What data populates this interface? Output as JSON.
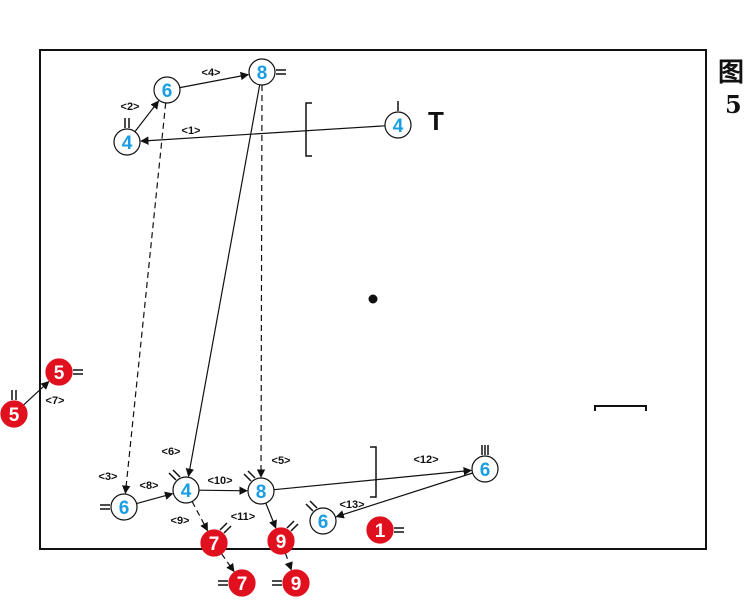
{
  "figure": {
    "label_char": "图",
    "label_num": "5"
  },
  "colors": {
    "blue": "#1a9ee3",
    "red": "#e0101f",
    "ink": "#111111",
    "white": "#ffffff"
  },
  "players": [
    {
      "id": "b6_top",
      "label": "6",
      "team": "blue"
    },
    {
      "id": "b8_top",
      "label": "8",
      "team": "blue"
    },
    {
      "id": "b4_top",
      "label": "4",
      "team": "blue"
    },
    {
      "id": "b4_right",
      "label": "4",
      "team": "blue"
    },
    {
      "id": "b6_bl",
      "label": "6",
      "team": "blue"
    },
    {
      "id": "b4_bot",
      "label": "4",
      "team": "blue"
    },
    {
      "id": "b8_bot",
      "label": "8",
      "team": "blue"
    },
    {
      "id": "b6_r",
      "label": "6",
      "team": "blue"
    },
    {
      "id": "b6_b",
      "label": "6",
      "team": "blue"
    },
    {
      "id": "r5_a",
      "label": "5",
      "team": "red"
    },
    {
      "id": "r5_b",
      "label": "5",
      "team": "red"
    },
    {
      "id": "r7_a",
      "label": "7",
      "team": "red"
    },
    {
      "id": "r7_b",
      "label": "7",
      "team": "red"
    },
    {
      "id": "r9_a",
      "label": "9",
      "team": "red"
    },
    {
      "id": "r9_b",
      "label": "9",
      "team": "red"
    },
    {
      "id": "r1",
      "label": "1",
      "team": "red"
    }
  ],
  "steps": [
    "<1>",
    "<2>",
    "<3>",
    "<4>",
    "<5>",
    "<6>",
    "<7>",
    "<8>",
    "<9>",
    "<10>",
    "<11>",
    "<12>",
    "<13>"
  ],
  "marker_t": "T"
}
